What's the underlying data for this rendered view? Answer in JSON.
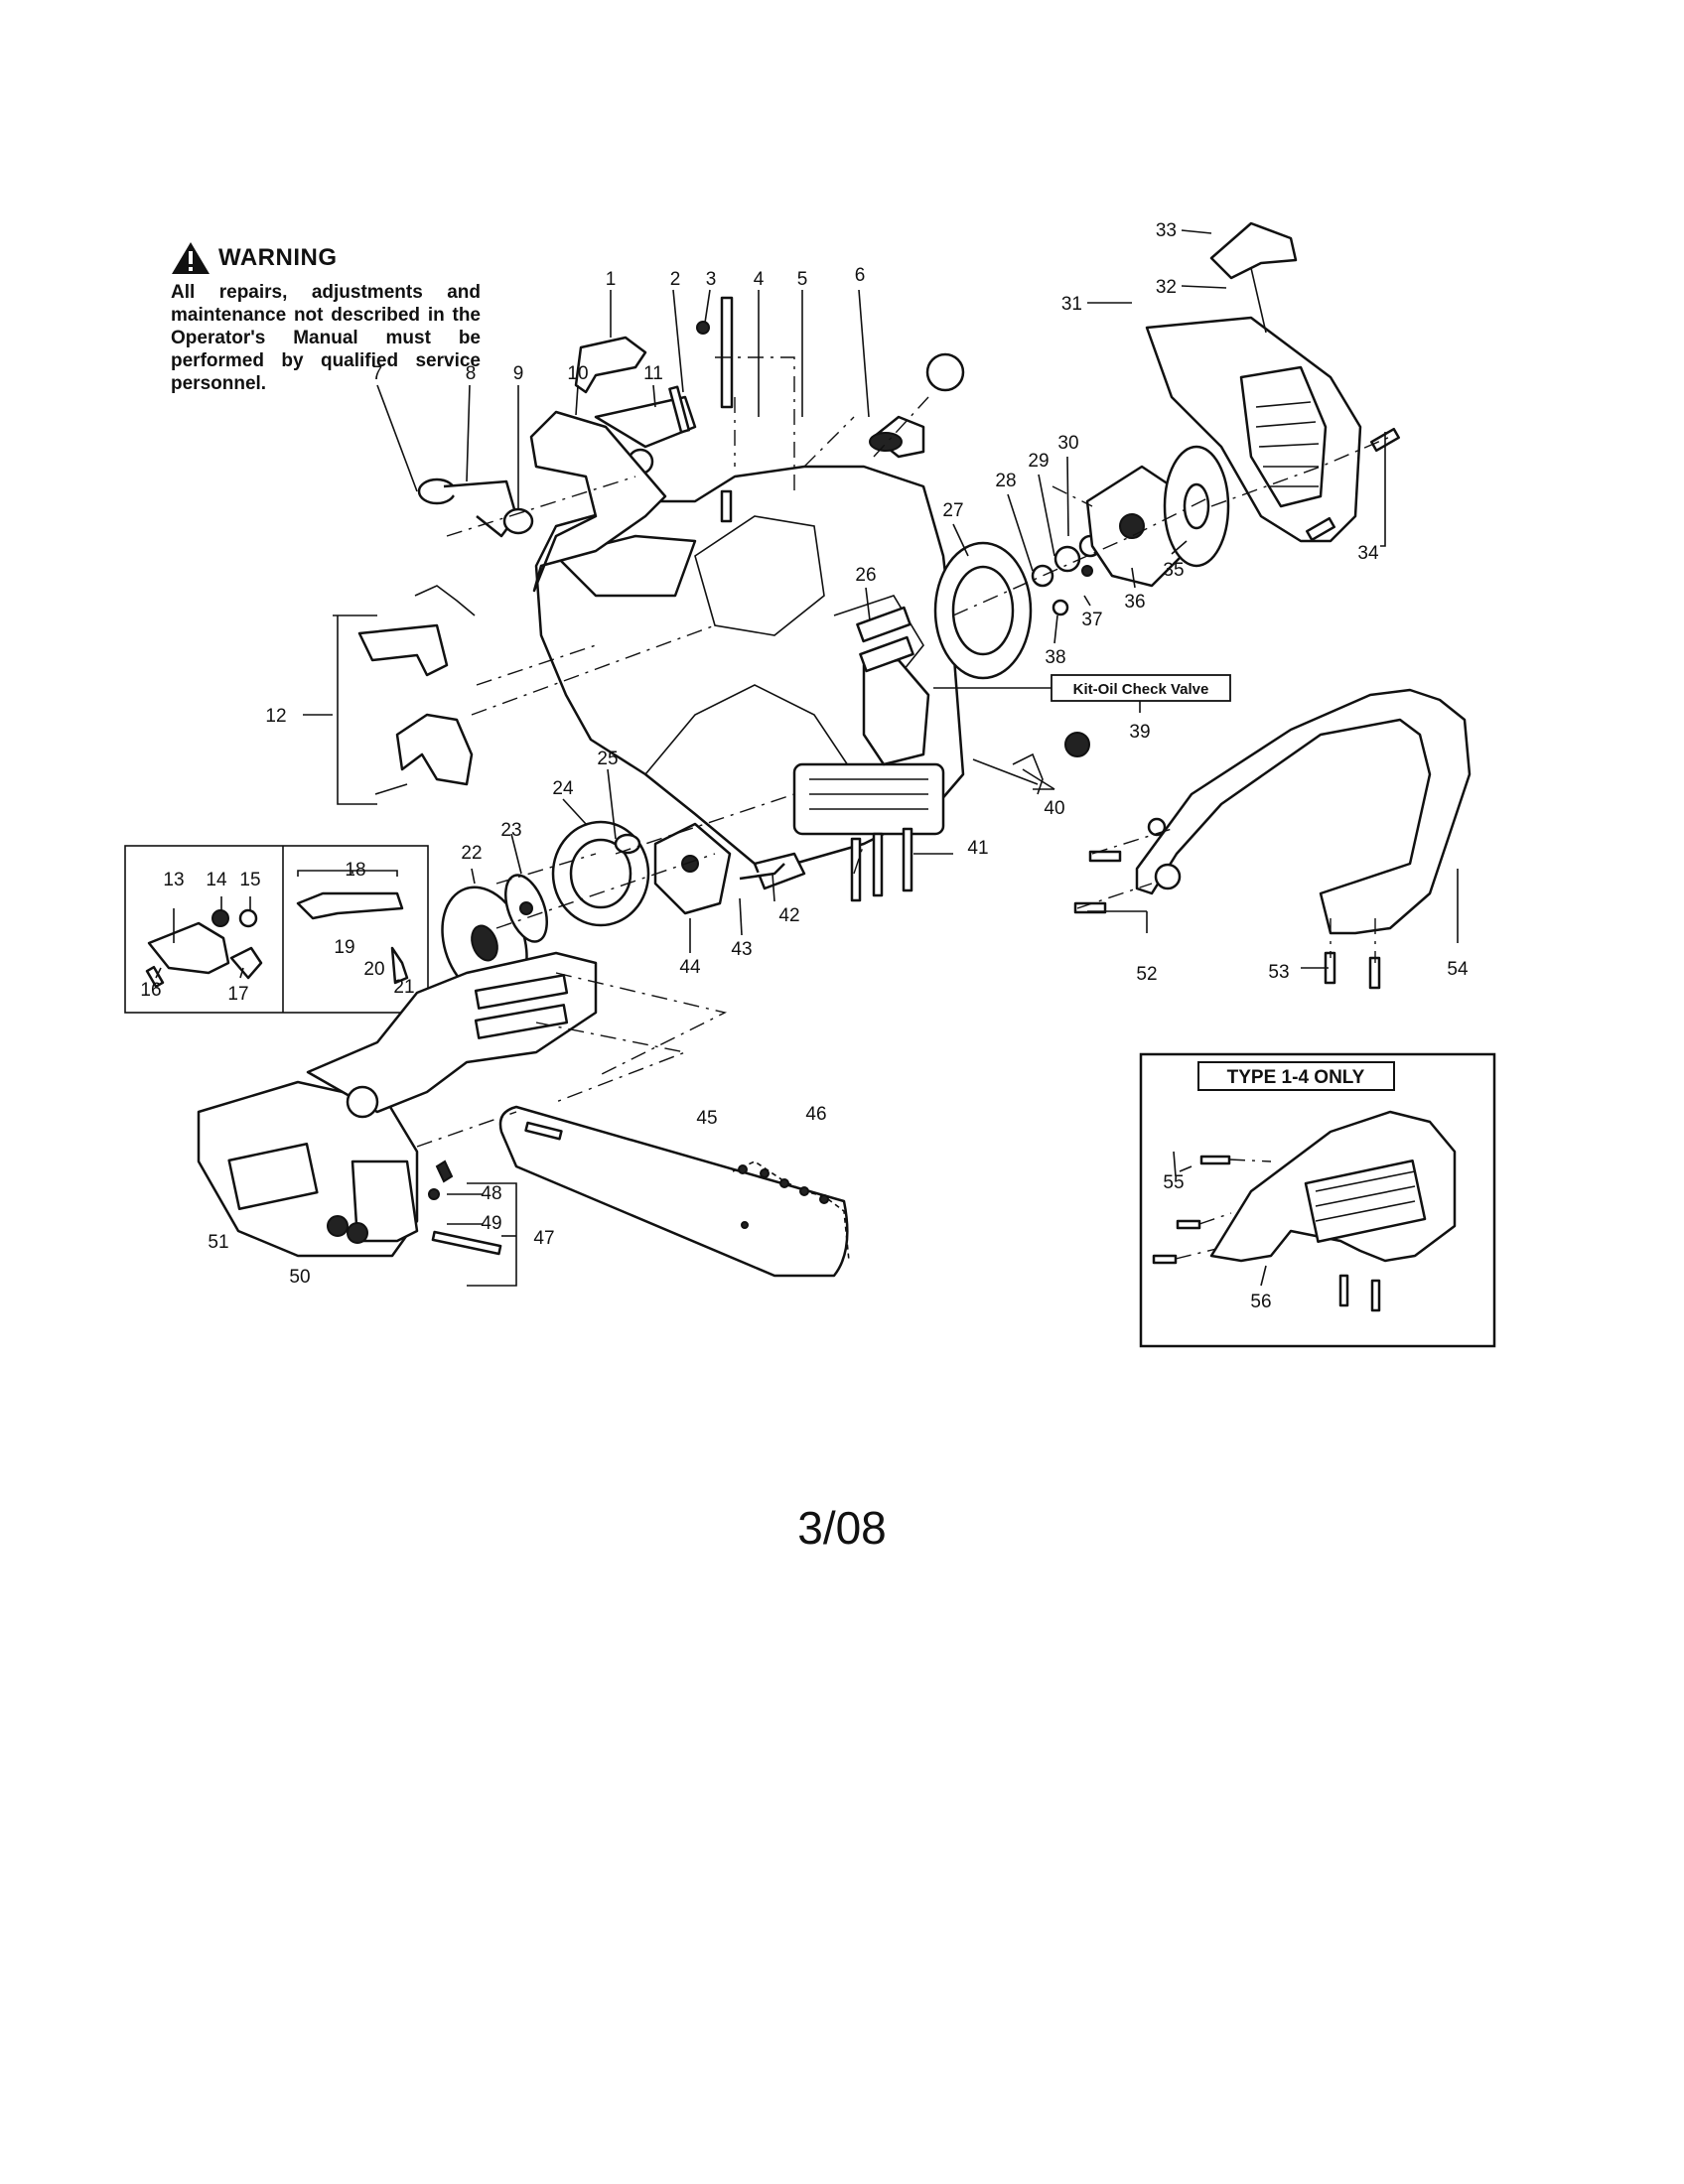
{
  "warning": {
    "title": "WARNING",
    "text": "All repairs, adjustments and maintenance not described in the Operator's Manual must be performed by qualified service personnel."
  },
  "callouts": {
    "kit_oil_check_valve": "Kit-Oil Check Valve",
    "type_note": "TYPE 1-4 ONLY"
  },
  "reference_numbers": [
    "1",
    "2",
    "3",
    "4",
    "5",
    "6",
    "7",
    "8",
    "9",
    "10",
    "11",
    "12",
    "13",
    "14",
    "15",
    "16",
    "17",
    "18",
    "19",
    "20",
    "21",
    "22",
    "23",
    "24",
    "25",
    "26",
    "27",
    "28",
    "29",
    "30",
    "31",
    "32",
    "33",
    "34",
    "35",
    "36",
    "37",
    "38",
    "39",
    "40",
    "41",
    "42",
    "43",
    "44",
    "45",
    "46",
    "47",
    "48",
    "49",
    "50",
    "51",
    "52",
    "53",
    "54",
    "55",
    "56"
  ],
  "footer": {
    "date_code": "3/08"
  }
}
